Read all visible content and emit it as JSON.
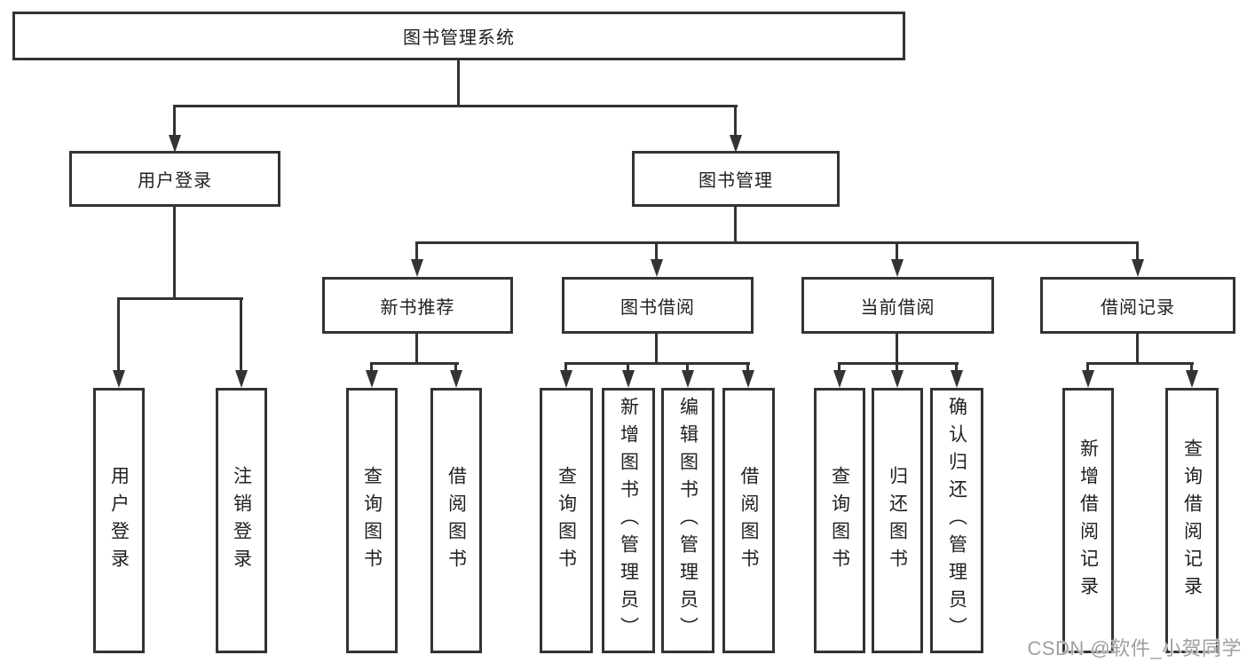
{
  "diagram": {
    "type": "hierarchy-flowchart",
    "colors": {
      "line": "#333333",
      "box_border": "#333333",
      "box_fill": "#ffffff",
      "text": "#1f1f1f",
      "background": "#ffffff",
      "watermark": "#a0a0a0"
    }
  },
  "tree": {
    "root": {
      "label": "图书管理系统"
    },
    "branches": [
      {
        "label": "用户登录",
        "children": [
          {
            "label": "用户登录"
          },
          {
            "label": "注销登录"
          }
        ]
      },
      {
        "label": "图书管理",
        "groups": [
          {
            "label": "新书推荐",
            "children": [
              {
                "label": "查询图书"
              },
              {
                "label": "借阅图书"
              }
            ]
          },
          {
            "label": "图书借阅",
            "children": [
              {
                "label": "查询图书"
              },
              {
                "label": "新增图书（管理员）"
              },
              {
                "label": "编辑图书（管理员）"
              },
              {
                "label": "借阅图书"
              }
            ]
          },
          {
            "label": "当前借阅",
            "children": [
              {
                "label": "查询图书"
              },
              {
                "label": "归还图书"
              },
              {
                "label": "确认归还（管理员）"
              }
            ]
          },
          {
            "label": "借阅记录",
            "children": [
              {
                "label": "新增借阅记录"
              },
              {
                "label": "查询借阅记录"
              }
            ]
          }
        ]
      }
    ]
  },
  "watermark": {
    "text": "CSDN @软件_小贺同学"
  }
}
